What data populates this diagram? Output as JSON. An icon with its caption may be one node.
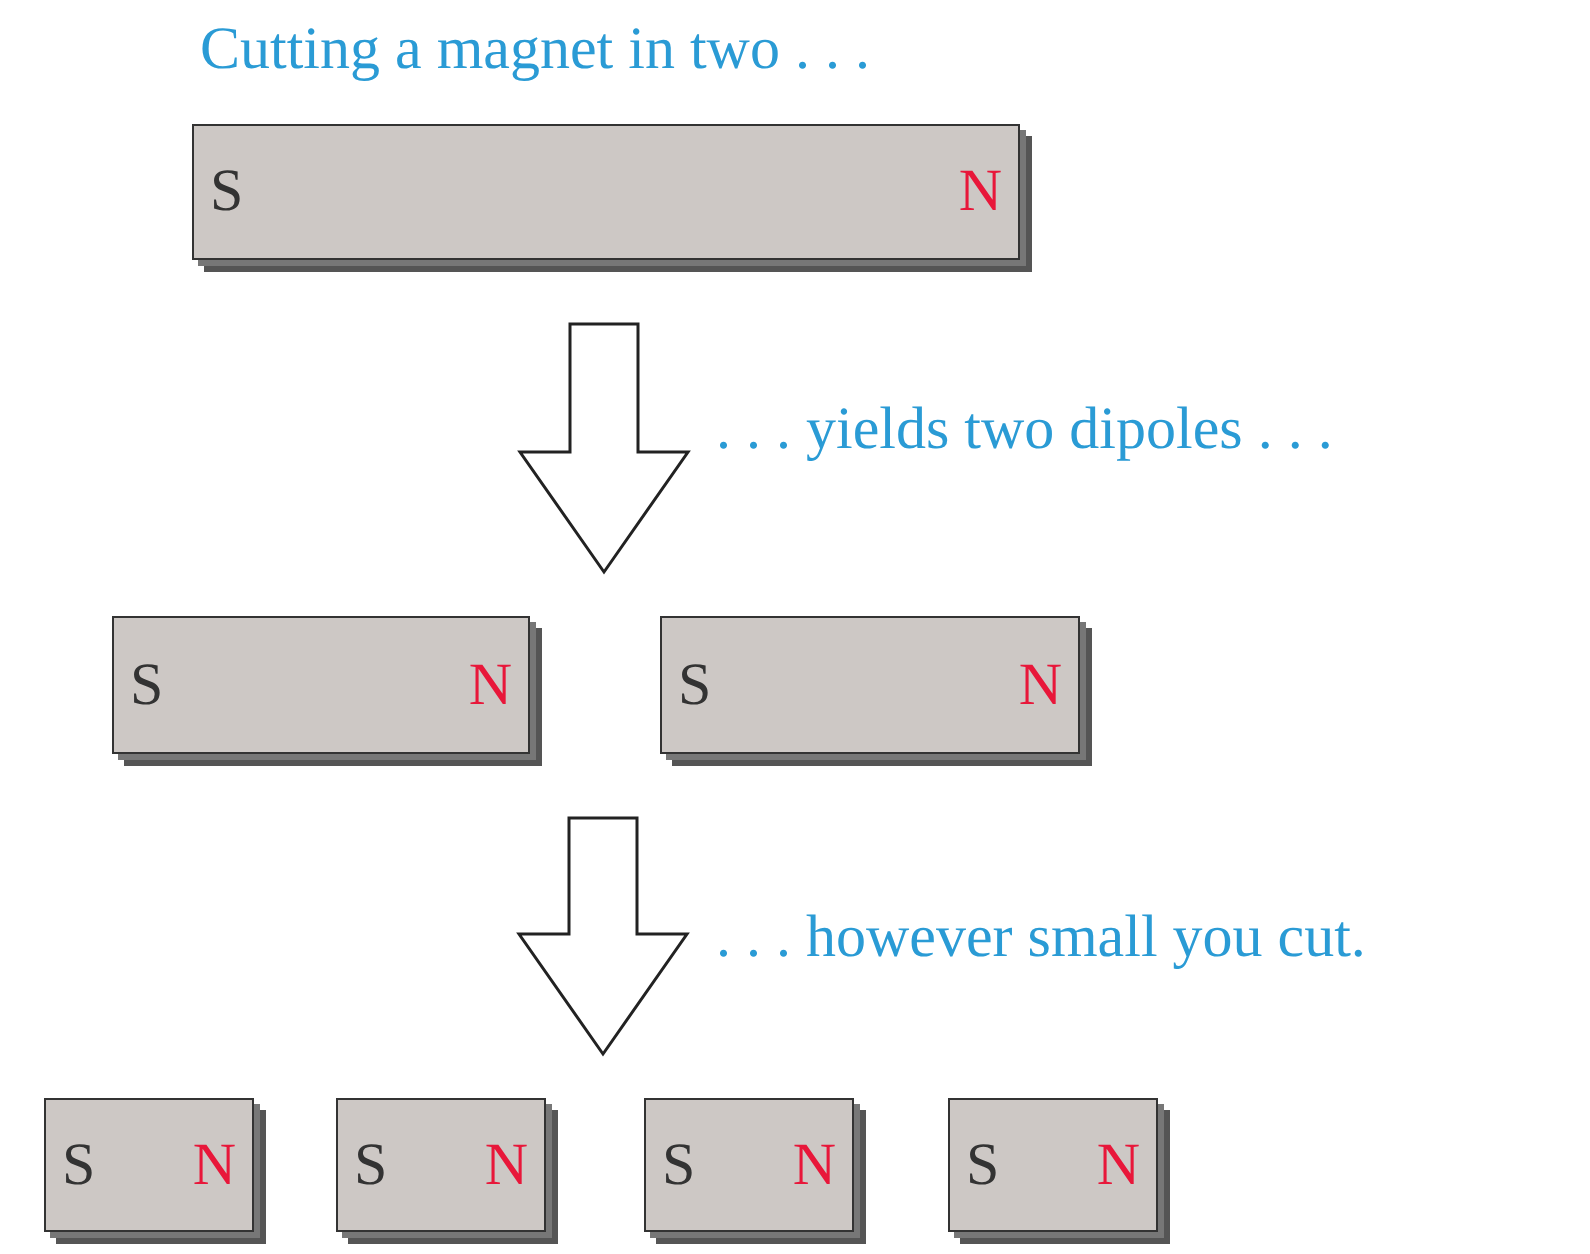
{
  "diagram": {
    "title": "Cutting a magnet in two . . .",
    "nodes": [
      {
        "text": [
          "S",
          "N"
        ]
      },
      {
        "text": [
          "S",
          "N"
        ]
      },
      {
        "text": [
          "S",
          "N"
        ]
      },
      {
        "text": [
          "S",
          "N"
        ]
      },
      {
        "text": [
          "S",
          "N"
        ]
      },
      {
        "text": [
          "S",
          "N"
        ]
      },
      {
        "text": [
          "S",
          "N"
        ]
      }
    ],
    "edges": [
      {
        "from": 0,
        "to": 1,
        "arrow": "to"
      },
      {
        "from": 0,
        "to": 2,
        "arrow": "to"
      },
      {
        "from": 1,
        "to": 4,
        "arrow": "to"
      },
      {
        "from": 2,
        "to": 5,
        "arrow": "to"
      }
    ],
    "labels": [
      ". . . yields two dipoles . . .",
      ". . . however small you cut."
    ]
  }
}
